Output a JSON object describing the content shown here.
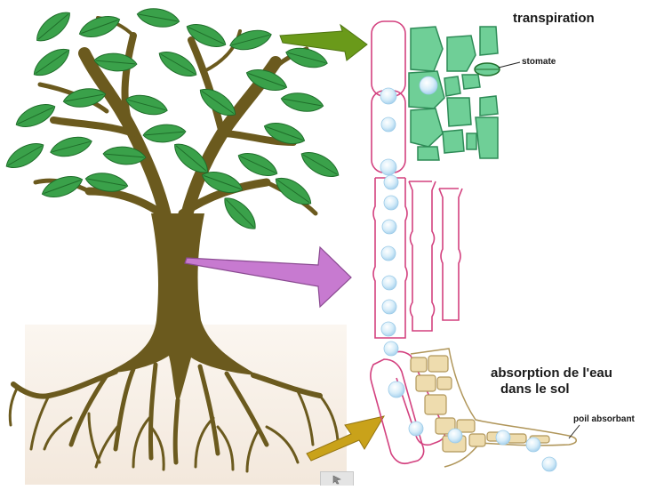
{
  "labels": {
    "transpiration": "transpiration",
    "stomate": "stomate",
    "absorption_line1": "absorption de l'eau",
    "absorption_line2": "dans le sol",
    "root_hair": "poil absorbant"
  },
  "colors": {
    "trunk": "#6b5a1e",
    "leaf": "#3aa14a",
    "leaf_vein": "#1f6e2a",
    "vessel_wall": "#d3417f",
    "leaf_cell_fill": "#6fcf97",
    "leaf_cell_stroke": "#2e8b57",
    "root_cell_fill": "#eedcae",
    "root_cell_stroke": "#b0965a",
    "water_droplet": "#cfe8f7",
    "arrow_top": "#6a9a1a",
    "arrow_middle": "#c77ad0",
    "arrow_bottom": "#c9a21a",
    "soil": "#f7efe6"
  },
  "icons": [
    "cursor-icon"
  ]
}
